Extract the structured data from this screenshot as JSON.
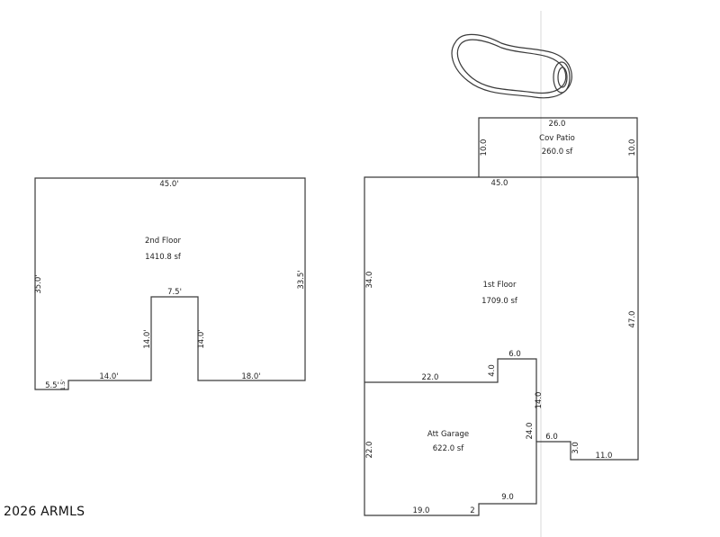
{
  "second_floor": {
    "name": "2nd Floor",
    "area": "1410.8 sf",
    "dims": {
      "top": "45.0'",
      "left": "35.0'",
      "right": "33.5'",
      "notch_top": "7.5'",
      "notch_left": "14.0'",
      "notch_right": "14.0'",
      "bottom_left": "14.0'",
      "bottom_right": "18.0'",
      "step_width": "5.5'",
      "step_height": "1.5'"
    }
  },
  "cov_patio": {
    "name": "Cov Patio",
    "area": "260.0 sf",
    "dims": {
      "top": "26.0",
      "left": "10.0",
      "right": "10.0"
    }
  },
  "first_floor": {
    "name": "1st Floor",
    "area": "1709.0 sf",
    "dims": {
      "top": "45.0",
      "left": "34.0",
      "right": "47.0",
      "garage_top": "22.0",
      "step": "4.0",
      "jog_top": "6.0",
      "jog_side": "14.0",
      "bottom_right": "11.0",
      "notch_top": "6.0",
      "notch_side": "3.0"
    }
  },
  "garage": {
    "name": "Att Garage",
    "area": "622.0 sf",
    "dims": {
      "left": "22.0",
      "right": "24.0",
      "bottom": "19.0",
      "step": "2",
      "bottom_right": "9.0"
    }
  },
  "copyright": "2026 ARMLS"
}
